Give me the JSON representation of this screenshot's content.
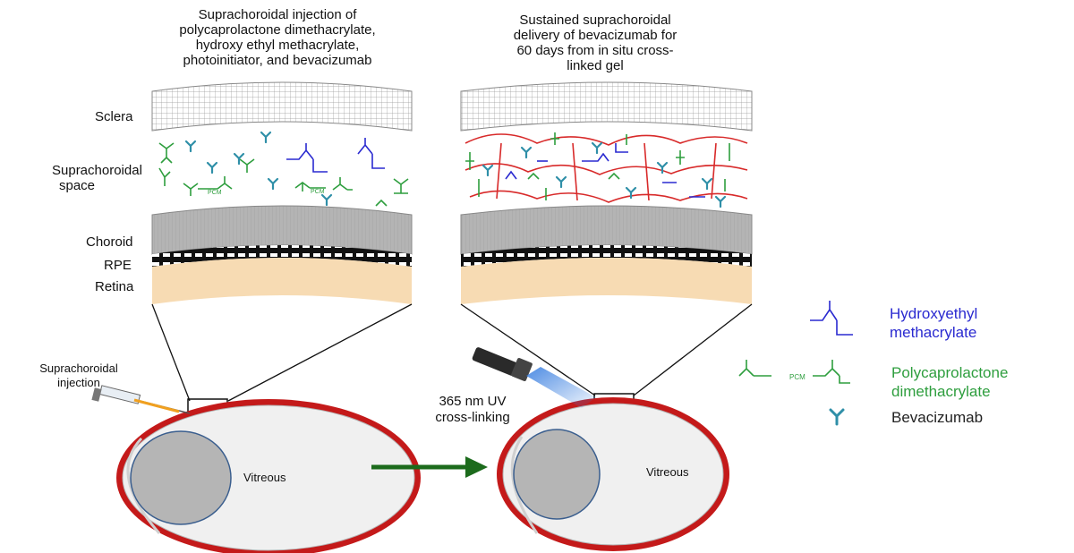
{
  "titles": {
    "left": [
      "Suprachoroidal injection of",
      "polycaprolactone dimethacrylate,",
      "hydroxy ethyl methacrylate,",
      "photoinitiator, and bevacizumab"
    ],
    "right": [
      "Sustained suprachoroidal",
      "delivery of bevacizumab for",
      "60 days from in situ cross-",
      "linked gel"
    ]
  },
  "layers": {
    "sclera": "Sclera",
    "suprachoroidal_space": [
      "Suprachoroidal",
      "space"
    ],
    "choroid": "Choroid",
    "rpe": "RPE",
    "retina": "Retina"
  },
  "eye": {
    "injection_label": [
      "Suprachoroidal",
      "injection"
    ],
    "vitreous_left": "Vitreous",
    "vitreous_right": "Vitreous",
    "uv_label": [
      "365 nm UV",
      "cross-linking"
    ]
  },
  "legend": {
    "hema": [
      "Hydroxyethyl",
      "methacrylate"
    ],
    "pcl": [
      "Polycaprolactone",
      "dimethacrylate"
    ],
    "bev": "Bevacizumab",
    "pcm_tag": "PCM"
  },
  "colors": {
    "hema": "#2a2ad0",
    "pcl": "#2e9e3e",
    "bev": "#2f8fa8",
    "crosslink": "#d82a2a",
    "sclera_rim": "#b81818",
    "retina": "#f7dbb3",
    "choroid": "#b8b8b8",
    "arrow": "#1c6b1c"
  }
}
